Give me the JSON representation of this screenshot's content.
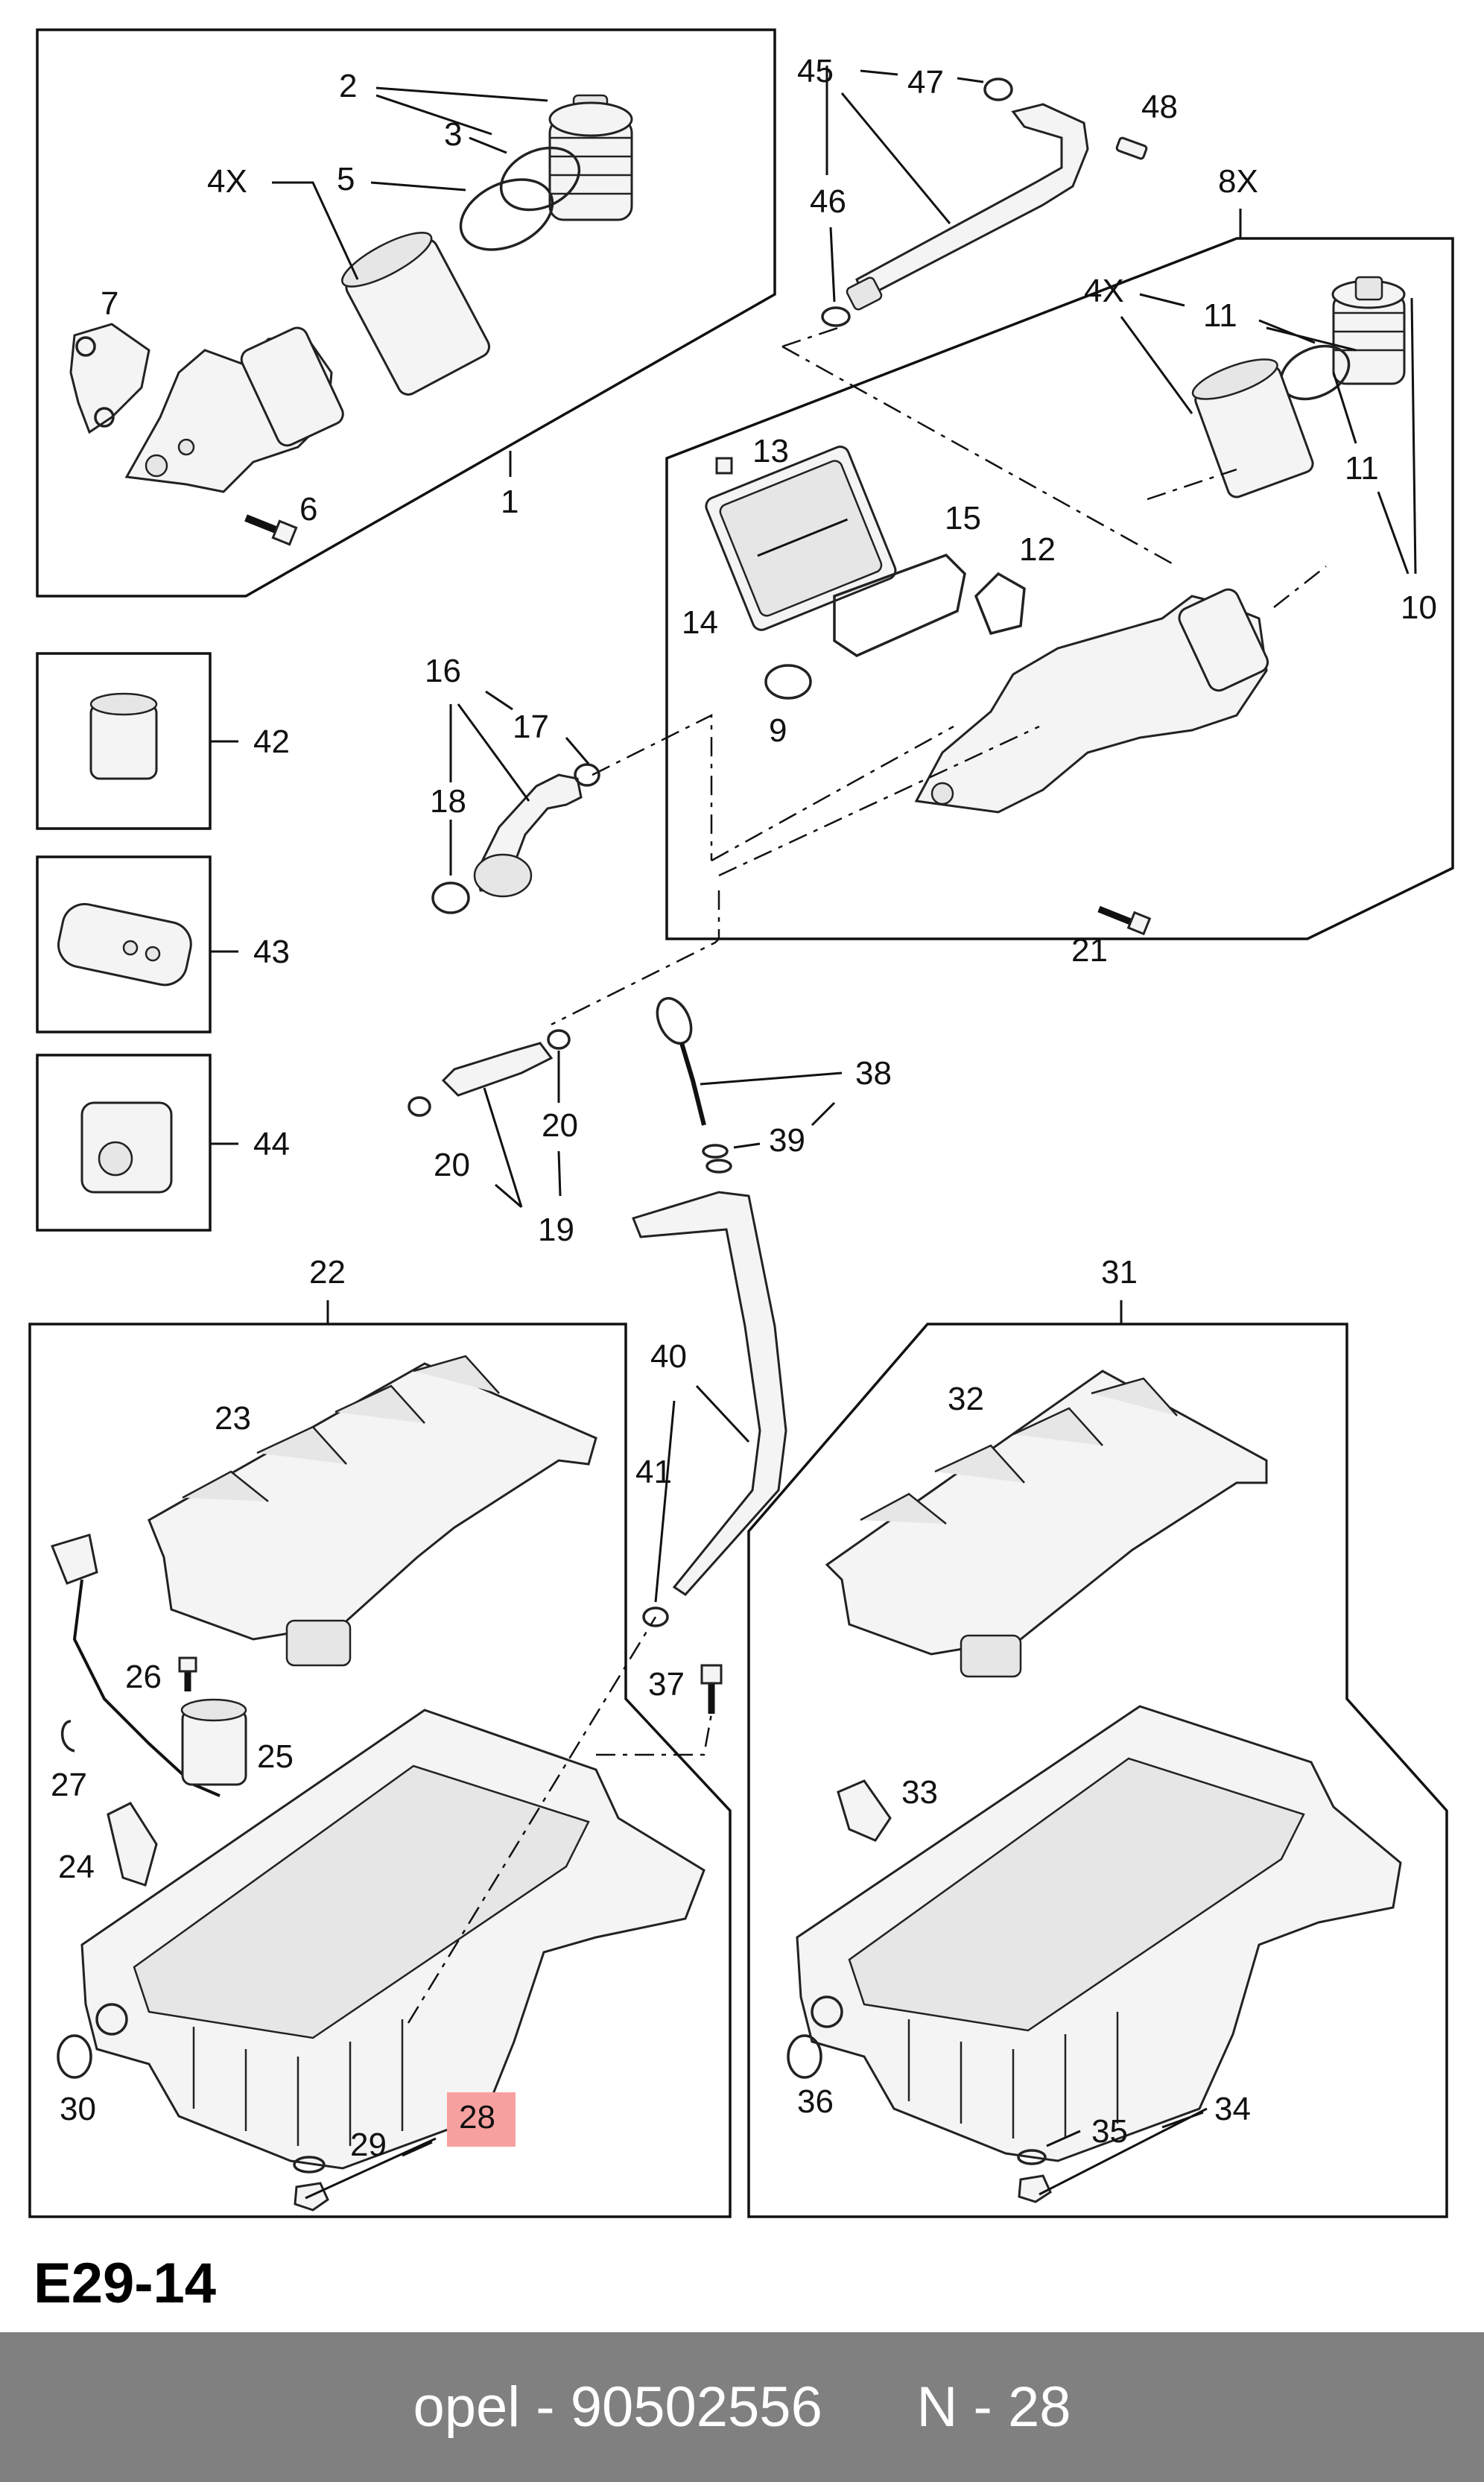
{
  "diagram": {
    "code": "E29-14",
    "highlight_color": "#f7a0a0",
    "labels": {
      "l1": "1",
      "l2": "2",
      "l3": "3",
      "l4x_a": "4X",
      "l5": "5",
      "l6": "6",
      "l7": "7",
      "l8x": "8X",
      "l9": "9",
      "l10": "10",
      "l11a": "11",
      "l11b": "11",
      "l4x_b": "4X",
      "l12": "12",
      "l13": "13",
      "l14": "14",
      "l15": "15",
      "l16": "16",
      "l17": "17",
      "l18": "18",
      "l19": "19",
      "l20a": "20",
      "l20b": "20",
      "l21": "21",
      "l22": "22",
      "l23": "23",
      "l24": "24",
      "l25": "25",
      "l26": "26",
      "l27": "27",
      "l28": "28",
      "l29": "29",
      "l30": "30",
      "l31": "31",
      "l32": "32",
      "l33": "33",
      "l34": "34",
      "l35": "35",
      "l36": "36",
      "l37": "37",
      "l38": "38",
      "l39": "39",
      "l40": "40",
      "l41": "41",
      "l42": "42",
      "l43": "43",
      "l44": "44",
      "l45": "45",
      "l46": "46",
      "l47": "47",
      "l48": "48"
    }
  },
  "footer": {
    "brand": "opel",
    "part_number": "90502556",
    "position": "N - 28",
    "background": "#808080"
  }
}
